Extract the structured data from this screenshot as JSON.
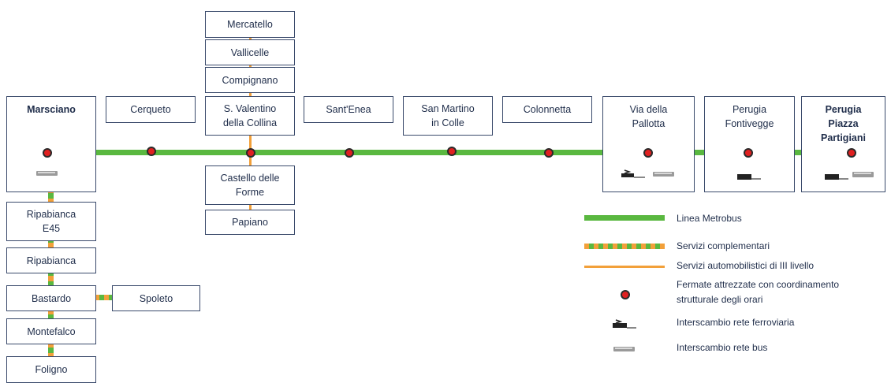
{
  "colors": {
    "metrobus": "#5ab840",
    "complementary_green": "#5ab840",
    "complementary_orange": "#f2a03a",
    "auto_line": "#f2a03a",
    "stop_fill": "#e02020",
    "box_border": "#3a4a6b",
    "text": "#1f2d4a"
  },
  "main_stations": [
    {
      "label": "Marsciano",
      "icons": [
        "bus-icon"
      ]
    },
    {
      "label": "Cerqueto",
      "icons": []
    },
    {
      "label": "S. Valentino\ndella Collina",
      "icons": []
    },
    {
      "label": "Sant'Enea",
      "icons": []
    },
    {
      "label": "San Martino\nin Colle",
      "icons": []
    },
    {
      "label": "Colonnetta",
      "icons": []
    },
    {
      "label": "Via della\nPallotta",
      "icons": [
        "train-icon",
        "bus-icon"
      ]
    },
    {
      "label": "Perugia\nFontivegge",
      "icons": [
        "train-icon"
      ]
    },
    {
      "label": "Perugia\nPiazza\nPartigiani",
      "icons": [
        "train-icon",
        "bus-icon"
      ]
    }
  ],
  "branch_north": [
    "Mercatello",
    "Vallicelle",
    "Compignano"
  ],
  "branch_south": [
    "Castello delle\nForme",
    "Papiano"
  ],
  "branch_west": [
    "Ripabianca\nE45",
    "Ripabianca",
    "Bastardo",
    "Montefalco",
    "Foligno"
  ],
  "branch_spoleto": "Spoleto",
  "legend": {
    "metrobus": "Linea Metrobus",
    "complementary": "Servizi complementari",
    "auto": "Servizi automobilistici di III livello",
    "stops": "Fermate attrezzate con coordinamento\nstrutturale degli orari",
    "rail": "Interscambio rete ferroviaria",
    "bus": "Interscambio rete bus"
  }
}
